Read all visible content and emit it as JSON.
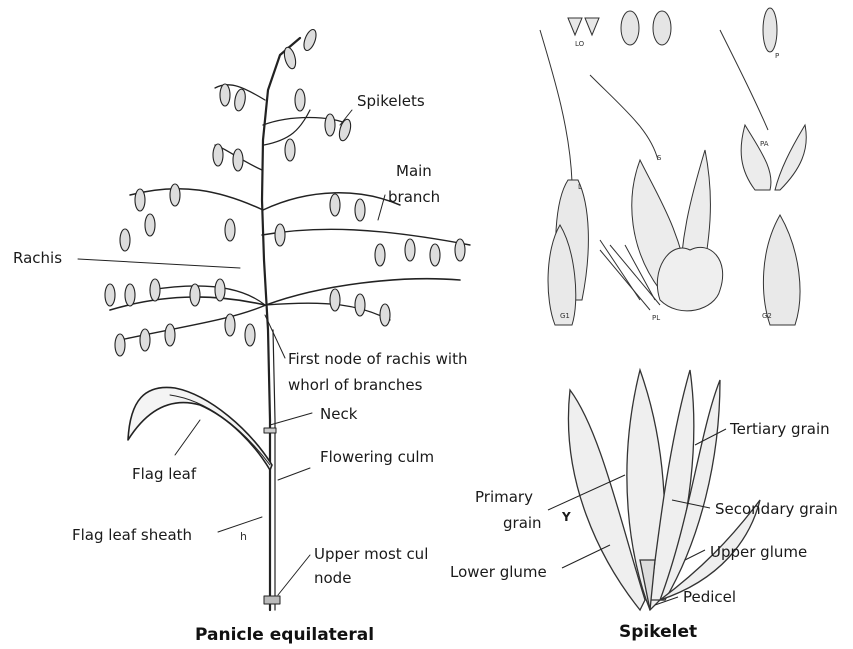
{
  "panicle": {
    "labels": {
      "spikelets": "Spikelets",
      "main_branch_1": "Main",
      "main_branch_2": "branch",
      "rachis": "Rachis",
      "first_node_1": "First node of rachis with",
      "first_node_2": "whorl of branches",
      "neck": "Neck",
      "flag_leaf": "Flag leaf",
      "flowering_culm": "Flowering culm",
      "flag_leaf_sheath": "Flag leaf sheath",
      "upper_node_1": "Upper most cul",
      "upper_node_2": "node",
      "sheath_mark": "h"
    },
    "caption": "Panicle equilateral"
  },
  "spikelet": {
    "labels": {
      "tertiary_grain": "Tertiary grain",
      "primary_grain_1": "Primary",
      "primary_grain_2": "grain",
      "secondary_grain": "Secondary grain",
      "upper_glume": "Upper glume",
      "lower_glume": "Lower glume",
      "pedicel": "Pedicel",
      "y_mark": "Y"
    },
    "caption": "Spikelet"
  },
  "detail_plates": {
    "lo": "LO",
    "l": "L",
    "s": "S",
    "p": "P",
    "pa": "PA",
    "g1": "G1",
    "pl": "PL",
    "g2": "G2"
  }
}
